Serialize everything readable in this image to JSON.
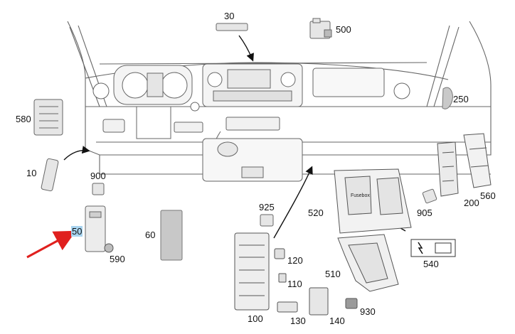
{
  "labels": {
    "l30": "30",
    "l500": "500",
    "l250": "250",
    "l580": "580",
    "l10": "10",
    "l900": "900",
    "l50": "50",
    "l590": "590",
    "l60": "60",
    "l925": "925",
    "l120": "120",
    "l110": "110",
    "l100": "100",
    "l130": "130",
    "l140": "140",
    "l930": "930",
    "l520": "520",
    "l510": "510",
    "l540": "540",
    "l905": "905",
    "l200": "200",
    "l560": "560"
  },
  "fusebox_text": "Fusebox",
  "highlight_label": "50",
  "colors": {
    "line": "#555555",
    "arrow_red": "#e0201e",
    "highlight": "#a8d4f0",
    "part_fill": "#e6e6e6",
    "part_dark": "#9a9a9a"
  }
}
